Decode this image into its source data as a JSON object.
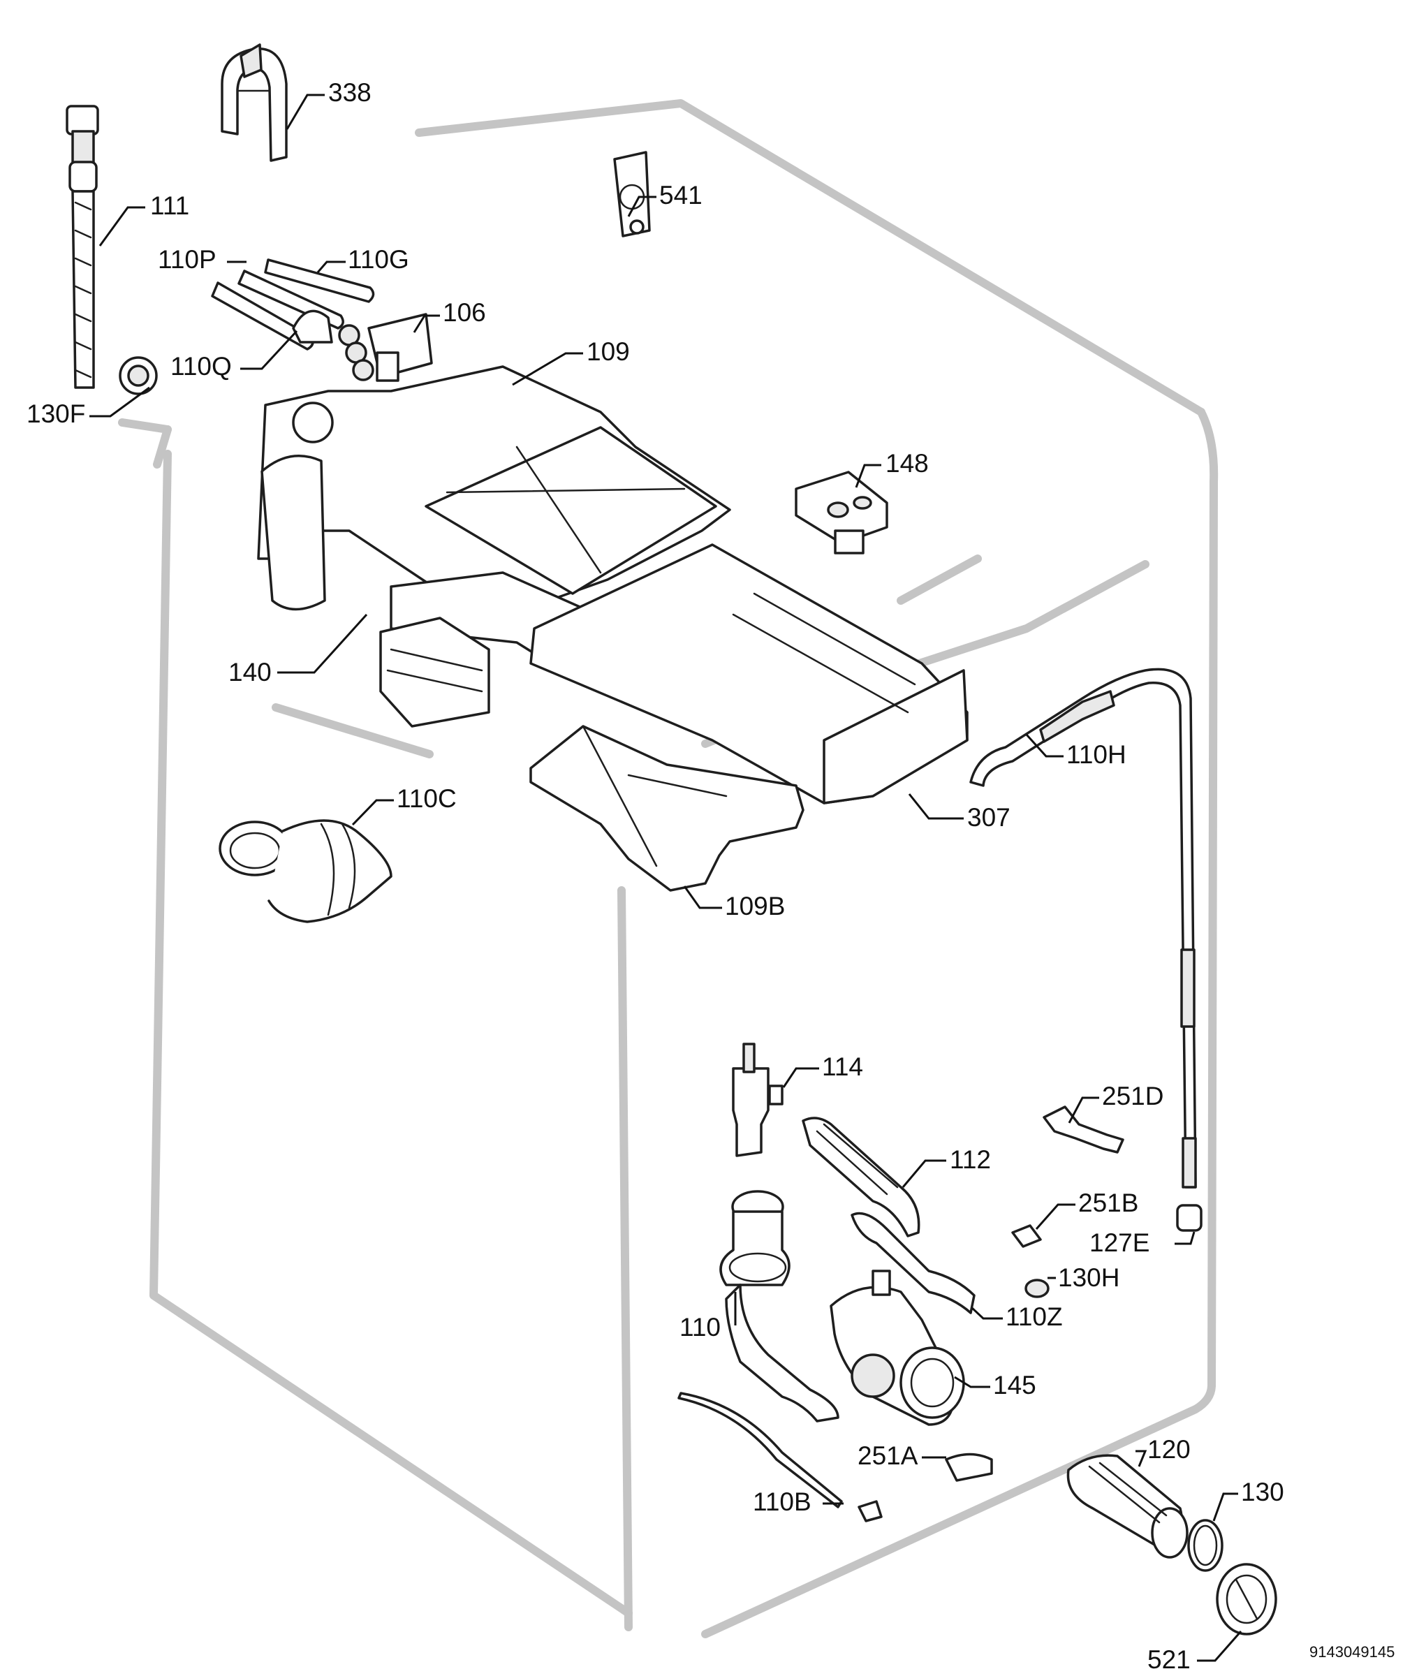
{
  "document_id": "9143049145",
  "callouts": [
    {
      "id": "338",
      "text": "338"
    },
    {
      "id": "111",
      "text": "111"
    },
    {
      "id": "541",
      "text": "541"
    },
    {
      "id": "110P",
      "text": "110P"
    },
    {
      "id": "110G",
      "text": "110G"
    },
    {
      "id": "106",
      "text": "106"
    },
    {
      "id": "110Q",
      "text": "110Q"
    },
    {
      "id": "109",
      "text": "109"
    },
    {
      "id": "130F",
      "text": "130F"
    },
    {
      "id": "148",
      "text": "148"
    },
    {
      "id": "140",
      "text": "140"
    },
    {
      "id": "110H",
      "text": "110H"
    },
    {
      "id": "110C",
      "text": "110C"
    },
    {
      "id": "307",
      "text": "307"
    },
    {
      "id": "109B",
      "text": "109B"
    },
    {
      "id": "114",
      "text": "114"
    },
    {
      "id": "251D",
      "text": "251D"
    },
    {
      "id": "112",
      "text": "112"
    },
    {
      "id": "251B",
      "text": "251B"
    },
    {
      "id": "127E",
      "text": "127E"
    },
    {
      "id": "130H",
      "text": "130H"
    },
    {
      "id": "110",
      "text": "110"
    },
    {
      "id": "110Z",
      "text": "110Z"
    },
    {
      "id": "145",
      "text": "145"
    },
    {
      "id": "251A",
      "text": "251A"
    },
    {
      "id": "120",
      "text": "120"
    },
    {
      "id": "130",
      "text": "130"
    },
    {
      "id": "110B",
      "text": "110B"
    },
    {
      "id": "521",
      "text": "521"
    }
  ]
}
